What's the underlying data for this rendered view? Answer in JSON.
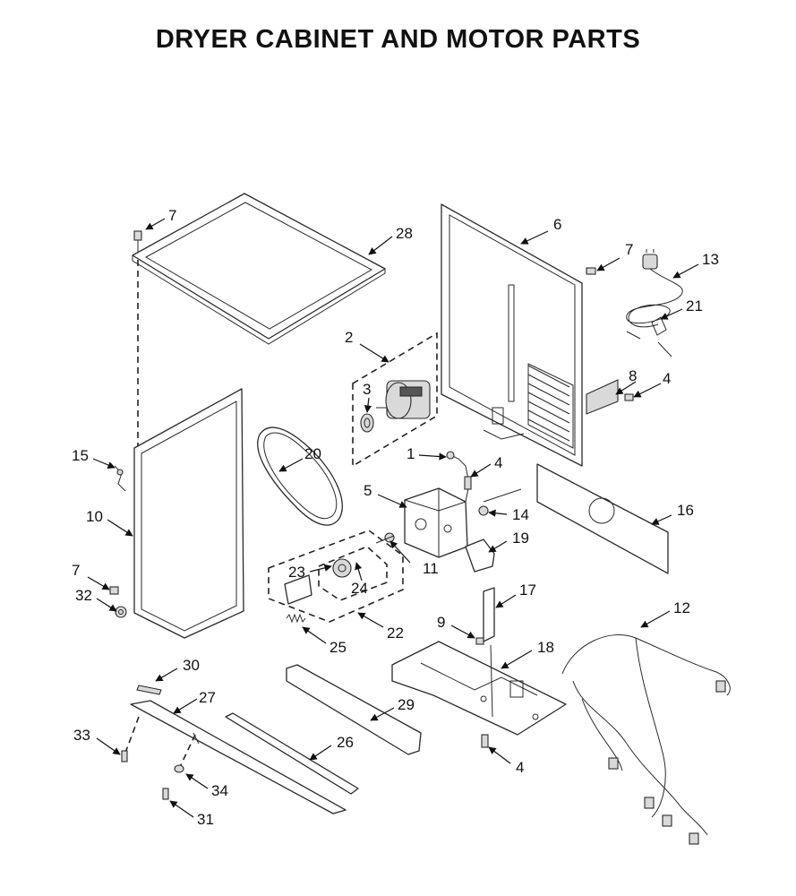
{
  "title": "DRYER CABINET AND MOTOR PARTS",
  "callouts": [
    {
      "id": "c1",
      "label": "1"
    },
    {
      "id": "c2",
      "label": "2"
    },
    {
      "id": "c3",
      "label": "3"
    },
    {
      "id": "c4a",
      "label": "4"
    },
    {
      "id": "c4b",
      "label": "4"
    },
    {
      "id": "c4c",
      "label": "4"
    },
    {
      "id": "c5",
      "label": "5"
    },
    {
      "id": "c6",
      "label": "6"
    },
    {
      "id": "c7a",
      "label": "7"
    },
    {
      "id": "c7b",
      "label": "7"
    },
    {
      "id": "c7c",
      "label": "7"
    },
    {
      "id": "c8",
      "label": "8"
    },
    {
      "id": "c9",
      "label": "9"
    },
    {
      "id": "c10",
      "label": "10"
    },
    {
      "id": "c11",
      "label": "11"
    },
    {
      "id": "c12",
      "label": "12"
    },
    {
      "id": "c13",
      "label": "13"
    },
    {
      "id": "c14",
      "label": "14"
    },
    {
      "id": "c15",
      "label": "15"
    },
    {
      "id": "c16",
      "label": "16"
    },
    {
      "id": "c17",
      "label": "17"
    },
    {
      "id": "c18",
      "label": "18"
    },
    {
      "id": "c19",
      "label": "19"
    },
    {
      "id": "c20",
      "label": "20"
    },
    {
      "id": "c21",
      "label": "21"
    },
    {
      "id": "c22",
      "label": "22"
    },
    {
      "id": "c23",
      "label": "23"
    },
    {
      "id": "c24",
      "label": "24"
    },
    {
      "id": "c25",
      "label": "25"
    },
    {
      "id": "c26",
      "label": "26"
    },
    {
      "id": "c27",
      "label": "27"
    },
    {
      "id": "c28",
      "label": "28"
    },
    {
      "id": "c29",
      "label": "29"
    },
    {
      "id": "c30",
      "label": "30"
    },
    {
      "id": "c31",
      "label": "31"
    },
    {
      "id": "c32",
      "label": "32"
    },
    {
      "id": "c33",
      "label": "33"
    },
    {
      "id": "c34",
      "label": "34"
    }
  ]
}
